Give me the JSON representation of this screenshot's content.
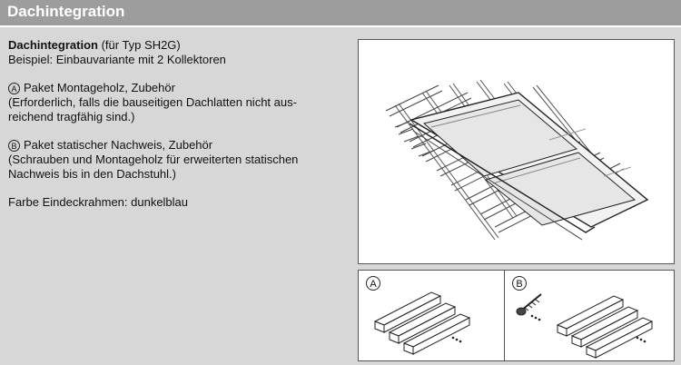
{
  "header": {
    "title": "Dachintegration"
  },
  "content": {
    "intro": {
      "title_bold": "Dachintegration",
      "title_rest": " (für Typ SH2G)",
      "example": "Beispiel: Einbauvariante mit 2 Kollektoren"
    },
    "item_a": {
      "marker": "A",
      "label": "Paket Montageholz, Zubehör",
      "note_line1": "(Erforderlich, falls die bauseitigen Dachlatten nicht aus-",
      "note_line2": "reichend tragfähig sind.)"
    },
    "item_b": {
      "marker": "B",
      "label": "Paket statischer Nachweis, Zubehör",
      "note_line1": "(Schrauben und Montageholz für erweiterten statischen",
      "note_line2": "Nachweis bis in den Dachstuhl.)"
    },
    "color_note": "Farbe Eindeckrahmen: dunkelblau"
  },
  "figures": {
    "panel_a_letter": "A",
    "panel_b_letter": "B"
  }
}
